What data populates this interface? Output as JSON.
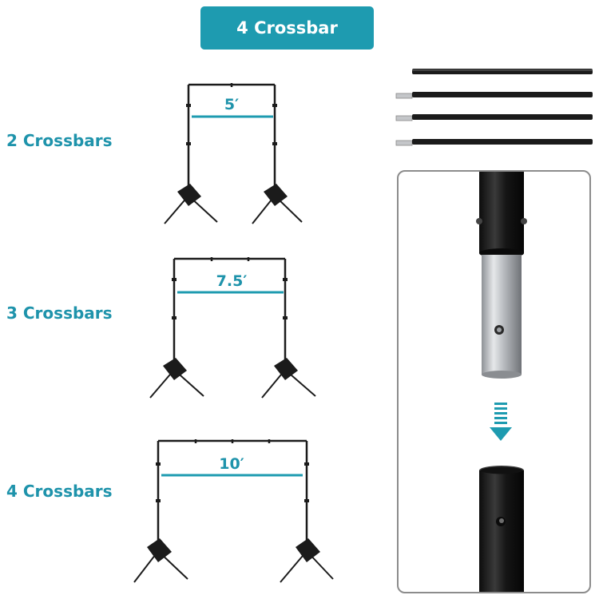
{
  "header": {
    "title": "4 Crossbar"
  },
  "configurations": [
    {
      "label": "2 Crossbars",
      "width": "5′"
    },
    {
      "label": "3 Crossbars",
      "width": "7.5′"
    },
    {
      "label": "4 Crossbars",
      "width": "10′"
    }
  ],
  "colors": {
    "accent": "#1e9bb0",
    "text_accent": "#1e93ab",
    "metal": "#1b1b1b",
    "aluminum": "#b9bcc0"
  },
  "icons": {
    "arrow": "arrow-down-icon"
  }
}
